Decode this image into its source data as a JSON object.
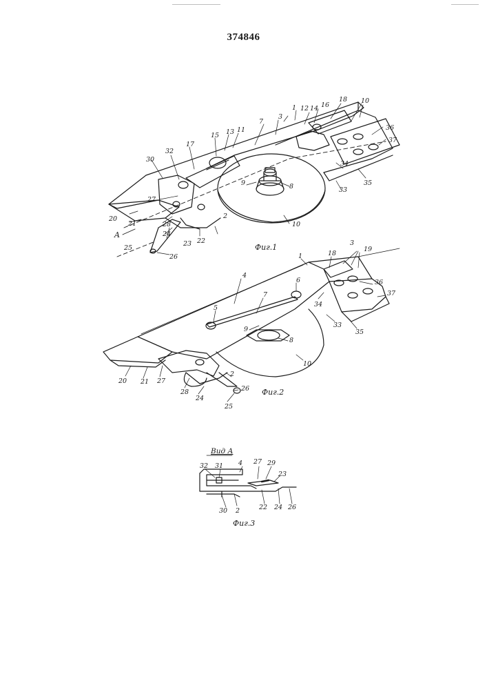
{
  "header": {
    "patent_number": "374846"
  },
  "fig1": {
    "caption": "Фиг.1",
    "labels": [
      "1",
      "2",
      "3",
      "7",
      "8",
      "9",
      "10",
      "10",
      "11",
      "12",
      "13",
      "14",
      "15",
      "16",
      "17",
      "18",
      "20",
      "21",
      "22",
      "23",
      "24",
      "25",
      "26",
      "27",
      "28",
      "30",
      "32",
      "33",
      "34",
      "35",
      "36",
      "37",
      "A"
    ]
  },
  "fig2": {
    "caption": "Фиг.2",
    "labels": [
      "1",
      "2",
      "3",
      "4",
      "5",
      "6",
      "7",
      "8",
      "9",
      "10",
      "18",
      "19",
      "20",
      "21",
      "24",
      "25",
      "26",
      "27",
      "28",
      "33",
      "34",
      "35",
      "36",
      "37"
    ]
  },
  "fig3": {
    "view_title": "Вид А",
    "caption": "Фиг.3",
    "labels": [
      "2",
      "4",
      "22",
      "23",
      "24",
      "26",
      "27",
      "29",
      "30",
      "31",
      "32"
    ]
  },
  "colors": {
    "ink": "#1a1a1a",
    "paper": "#ffffff"
  }
}
